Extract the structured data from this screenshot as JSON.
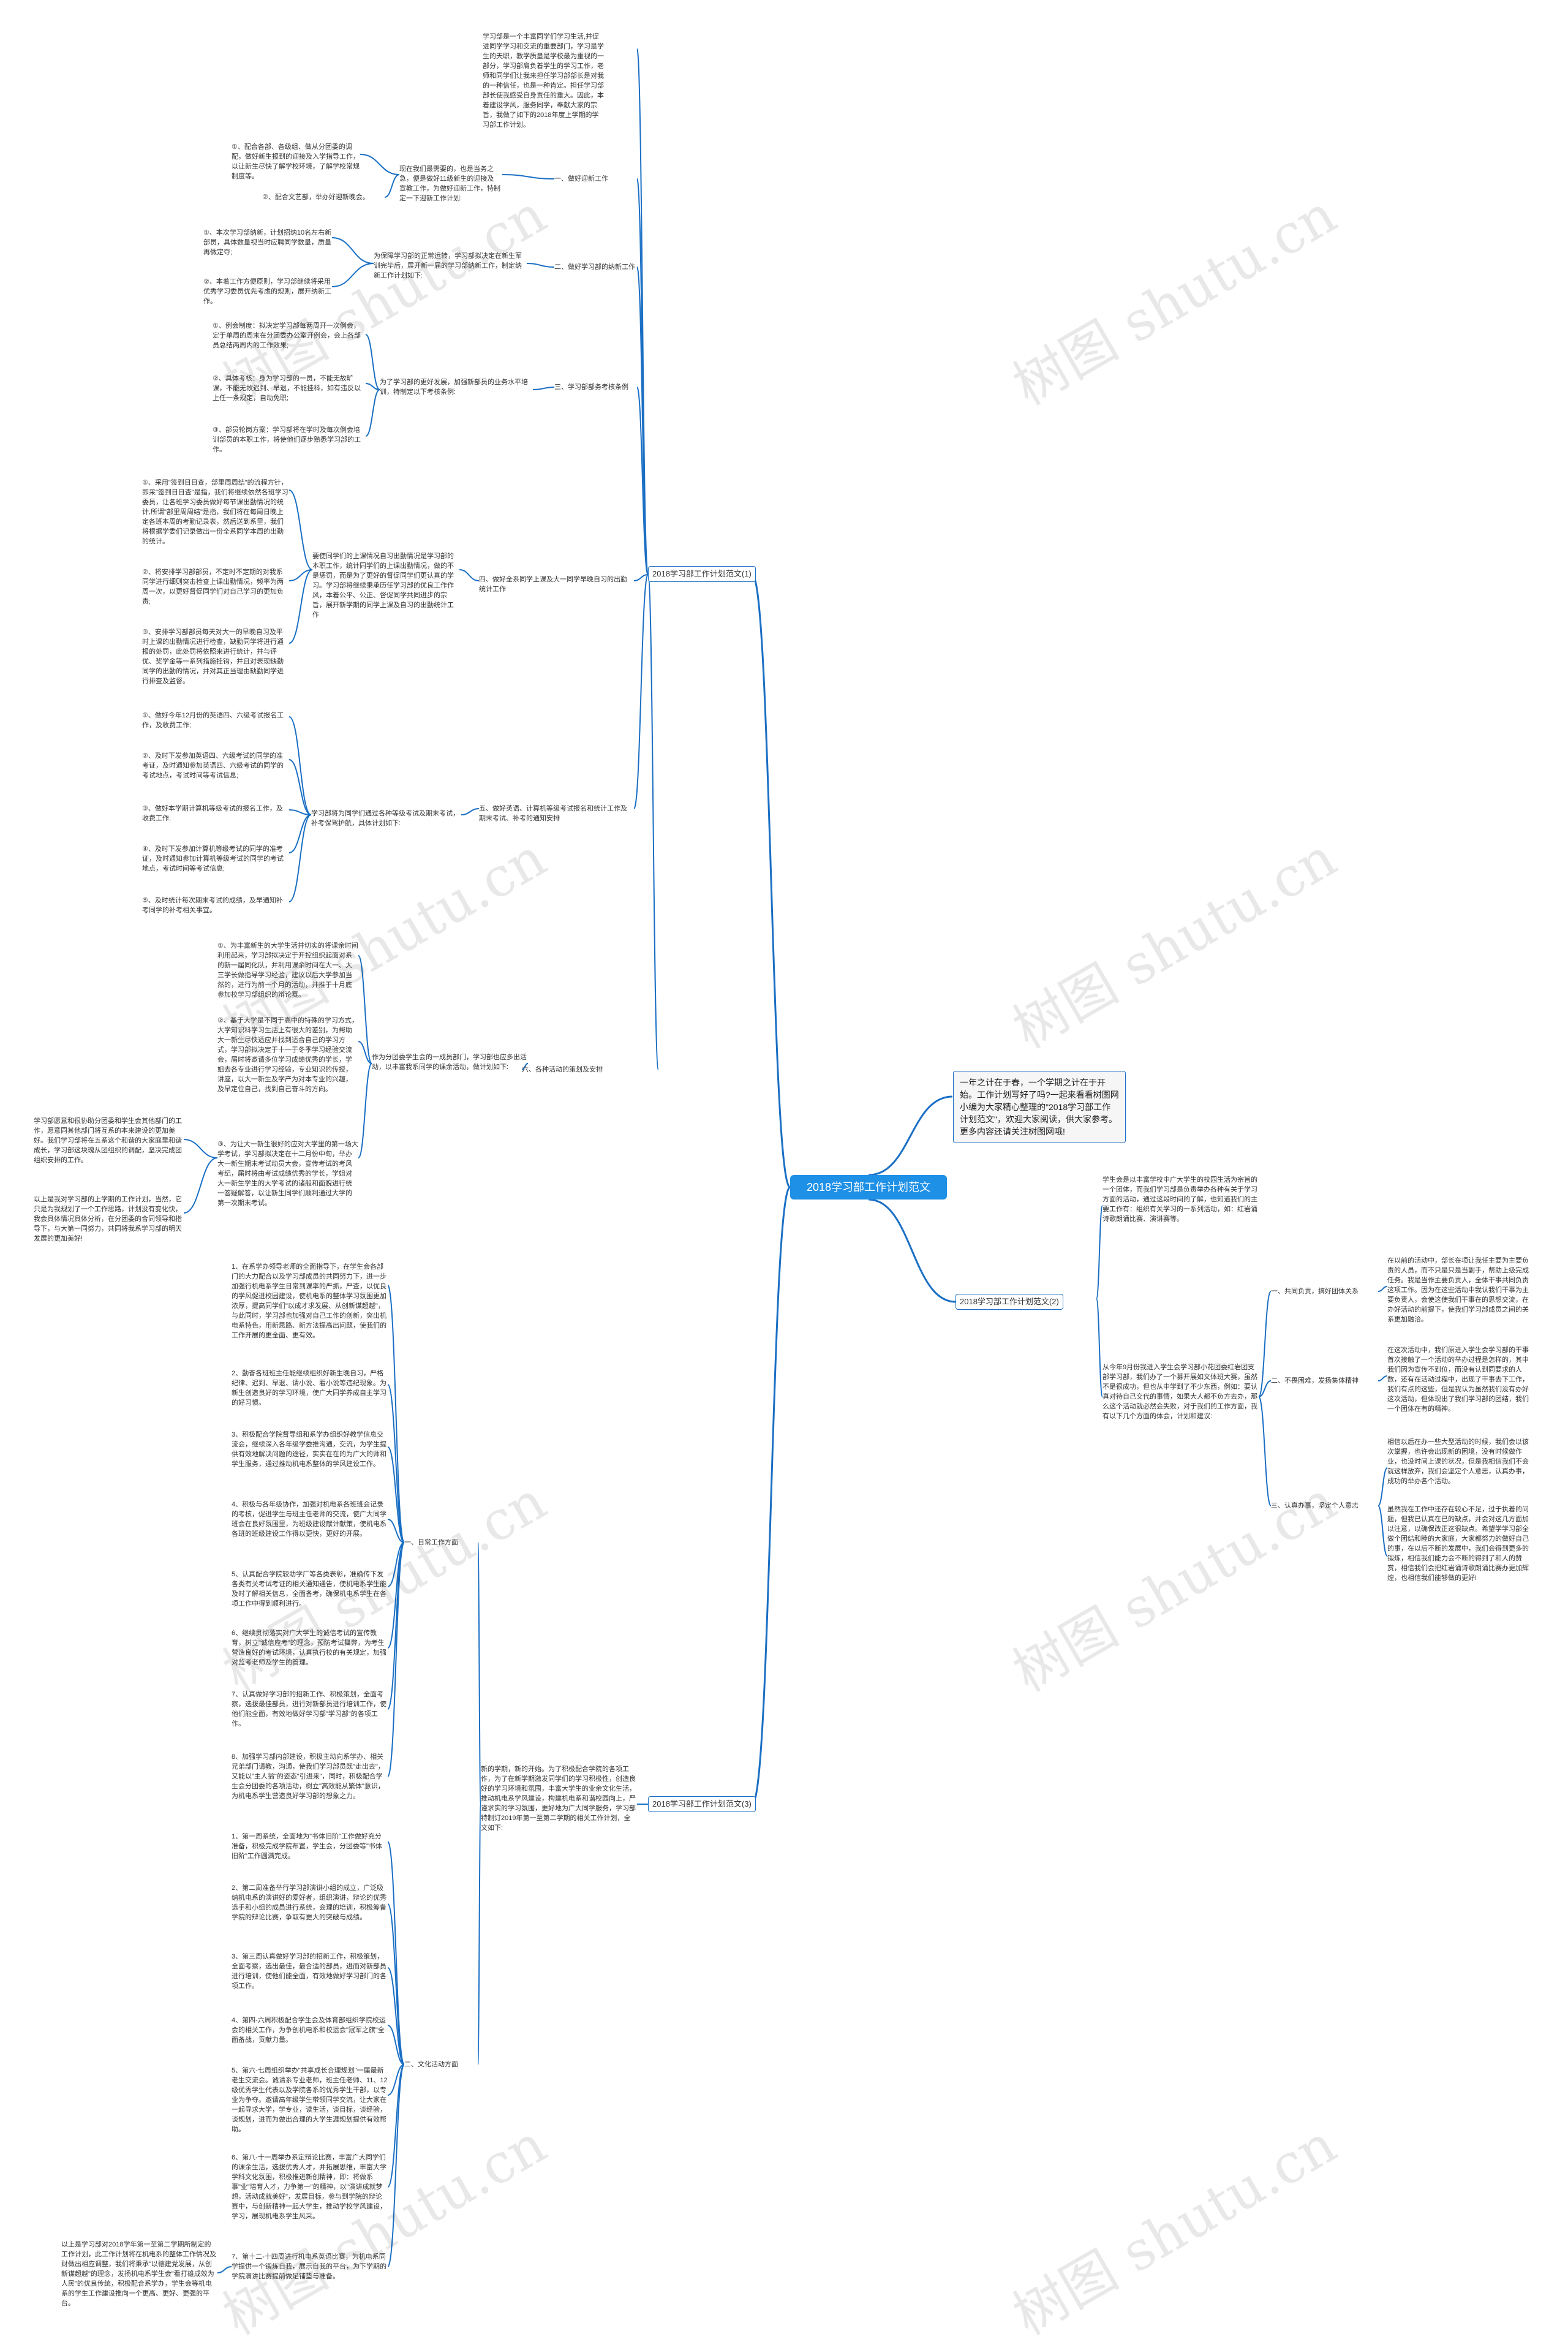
{
  "root": "2018学习部工作计划范文",
  "intro": "一年之计在于春，一个学期之计在于开始。工作计划写好了吗?一起来看看树图网小编为大家精心整理的\"2018学习部工作计划范文\"，欢迎大家阅读，供大家参考。更多内容还请关注树图网哦!",
  "watermark": "树图 shutu.cn",
  "branch1": {
    "label": "2018学习部工作计划范文(1)",
    "intro": "学习部是一个丰富同学们学习生活,并促进同学学习和交流的重要部门，学习是学生的天职，教学质量是学校最为重视的一部分，学习部肩负着学生的学习工作，老师和同学们让我来担任学习部部长是对我的一种信任，也是一种肯定。担任学习部部长使我感受自身责任的重大。因此，本着建设学风，服务同学，奉献大家的宗旨，我做了如下的2018年度上学期的学习部工作计划。",
    "s1": {
      "label": "一、做好迎新工作",
      "mid": "现在我们最需要的，也是当务之急，便是做好11级新生的迎接及宣教工作，为做好迎新工作，特制定一下迎新工作计划:",
      "leaves": [
        "①、配合各部、各级组、做从分团委的调配，做好新生报到的迎接及入学指导工作，以让新生尽快了解学校环境，了解学校常规制度等。",
        "②、配合文艺部，举办好迎新晚会。"
      ]
    },
    "s2": {
      "label": "二、做好学习部的纳新工作",
      "mid": "为保障学习部的正常运转，学习部拟决定在新生军训完毕后，展开新一届的学习部纳新工作，制定纳新工作计划如下:",
      "leaves": [
        "①、本次学习部纳新，计划招纳10名左右新部员，具体数量视当时应聘同学数量，质量再做定夺;",
        "②、本着工作方便原则，学习部继续将采用优秀学习委员优先考虑的规则，展开纳新工作。"
      ]
    },
    "s3": {
      "label": "三、学习部部务考核条例",
      "mid": "为了学习部的更好发展，加强新部员的业务水平培训，特制定以下考核条例:",
      "leaves": [
        "①、例会制度：拟决定学习部每两周开一次例会，定于单周的周末在分团委办公室开例会，会上各部员总结两周内的工作效果;",
        "②、具体考核：身为学习部的一员，不能无故旷课，不能无故迟到、早退，不能挂科，如有违反以上任一条规定，自动免职;",
        "③、部员轮岗方案：学习部将在学时及每次例会培训部员的本职工作，将使他们逐步熟悉学习部的工作。"
      ]
    },
    "s4": {
      "label": "四、做好全系同学上课及大一同学早晚自习的出勤统计工作",
      "mid": "要使同学们的上课情况自习出勤情况是学习部的本职工作，统计同学们的上课出勤情况，做的不是惩罚，而是为了更好的督促同学们更认真的学习。学习部将继续秉承历任学习部的优良工作作风，本着公平、公正、督促同学共同进步的宗旨，展开新学期的同学上课及自习的出勤统计工作",
      "leaves": [
        "①、采用\"签到日日查，部里周周结\"的流程方针，即采\"签到日日查\"是指，我们将继续依然各班学习委员，让各班学习委员做好每节课出勤情况的统计,所谓\"部里周周结\"是指，我们将在每周日晚上定各班本周的考勤记录表，然后送到系里，我们将根据学委们记录做出一份全系同学本周的出勤的统计。",
        "②、将安排学习部部员，不定时不定期的对我系同学进行细则突击检查上课出勤情况，频率为两周一次，以更好督促同学们对自己学习的更加负责;",
        "③、安排学习部部员每天对大一的早晚自习及平时上课的出勤情况进行检查，缺勤同学将进行通报的处罚，此处罚将依照来进行统计，并与评优、奖学金等一系列措施挂钩，并且对表现缺勤同学的出勤的情况，并对其正当理由缺勤同学进行排查及监督。"
      ]
    },
    "s5": {
      "label": "五、做好英语、计算机等级考试报名和统计工作及期末考试、补考的通知安排",
      "mid": "学习部将为同学们通过各种等级考试及期末考试，补考保驾护航，具体计划如下:",
      "leaves": [
        "①、做好今年12月份的英语四、六级考试报名工作，及收费工作;",
        "②、及时下发参加英语四、六级考试的同学的准考证，及时通知参加英语四、六级考试的同学的考试地点，考试时间等考试信息;",
        "③、做好本学期计算机等级考试的报名工作，及收费工作;",
        "④、及时下发参加计算机等级考试的同学的准考证，及时通知参加计算机等级考试的同学的考试地点，考试时间等考试信息;",
        "⑤、及时统计每次期末考试的成绩，及早通知补考同学的补考相关事宜。"
      ]
    },
    "s6": {
      "label": "六、各种活动的策划及安排",
      "mid": "作为分团委学生会的一成员部门，学习部也应多出活动，以丰富我系同学的课余活动，做计划如下:",
      "leaves": [
        "①、为丰富新生的大学生活并切实的将课余时间利用起来，学习部拟决定于开控组织起面对系的新一届同化队，并利用课余时间在大一、大三学长做指导学习经验，建议以后大学参加当然的，进行为前一个月的活动，并推于十月底参加校学习部组织的辩论赛。",
        "②、基于大学是不同于高中的特殊的学习方式，大学知识科学习生活上有很大的差别，为帮助大一新生尽快适应并找到适合自己的学习方式，学习部拟决定于十一于冬季学习经验交流会，届时将邀请多位学习成绩优秀的学长，学姐去各专业进行学习经验，专业知识的传授，讲座，以大一新生及学产为对本专业的兴趣，及早定位自己，找到自己奋斗的方向。",
        "③、为让大一新生很好的应对大学里的第一场大学考试，学习部拟决定在十二月份中旬，举办大一新生期末考试动员大会，宣传考试的考风考纪，届时将由考试成绩优秀的学长，学姐对大一新生学生的大学考试的诸般和面貌进行统一答疑解答，以让新生同学们顺利通过大学的第一次期末考试。"
      ]
    },
    "end": [
      "学习部愿意和很协助分团委和学生会其他部门的工作，愿意同其他部门将互系的本来建设的更加美好。我们学习部将在五系这个和谐的大家庭里和谐成长，学习部这块瑰从团组织的调配，坚决完成团组织安排的工作。",
      "以上是我对学习部的上学期的工作计划，当然，它只是为我规划了一个工作思路，计划没有变化快，我会具体情况具体分析，在分团委的合同领导和指导下，与大第一同努力，共同将我系学习部的明天发展的更加美好!"
    ]
  },
  "branch2": {
    "label": "2018学习部工作计划范文(2)",
    "intro": "学生会是以丰富学校中广大学生的校园生活为宗旨的一个团体，而我们学习部是负责举办各种有关于学习方面的活动，通过这段时间的了解，也知道我们的主要工作有：组织有关学习的一系列活动，如：红岩诵诗歌朗诵比赛、演讲赛等。",
    "mid": "从今年9月份我进入学生会学习部小花团委红岩团支部学习部，我们办了一个募开展如文体班大赛，虽然不是很成功，但也从中学到了不少东西，例如：要认真对待自己交代的事情，如果大人都不负方去办，那么这个活动就必然会失败，对于我们的工作方面，我有以下几个方面的体会，计划和建议:",
    "subs": [
      {
        "label": "一、共同负责，搞好团体关系",
        "text": "在以前的活动中，部长在项让我任主要为主要负责的人员，而不只是只是当副手，帮助上级完成任务。我是当作主要负责人，全体干事共同负责这项工作。因为在这些活动中我认我们干事为主要负责人，会使这使我们干事在的思想交流，在办好活动的前提下，使我们学习部成员之间的关系更加融洽。"
      },
      {
        "label": "二、不畏困难，发扬集体精神",
        "text": "在这次活动中，我们原进入学生会学习部的干事首次接触了一个活动的举办过程是怎样的，其中我们因为宣传不到位，而没有认到同要求的人数，还有在活动过程中，出现了干事去下工作，我们有点的这些，但是我认为虽然我们没有办好这次活动，但体现出了我们学习部的团结，我们一个团体在有的精神。"
      },
      {
        "label": "三、认真办事，坚定个人意志",
        "texts": [
          "相信以后在办一些大型活动的时候，我们会以该次掌握，也许会出现新的困境，没有时候做作业，也没时间上课的状况，但是我相信我们不会就这样放弃，我们会坚定个人意志，认真办事，成功的举办各个活动。",
          "虽然我在工作中还存在较心不足，过于执着的问题，但我已认真在已的缺点，并会对这几方面加以注意，以确保改正这很缺点。希望学学习部全做个团结和睦的大家庭，大家都努力的做好自己的事，在以后不断的发展中，我们会得到更多的锻炼，相信我们能力会不断的得到了和人的赞赏，相信我们会把红岩诵诗歌朗诵比赛办更加辉煌，也相信我们能够做的更好!"
        ]
      }
    ]
  },
  "branch3": {
    "label": "2018学习部工作计划范文(3)",
    "mid": "新的学期，新的开始。为了积极配合学院的各项工作，为了在新学期激发同学们的学习积极性，创造良好的学习环境和氛围，丰富大学生的业余文化生活，推动机电系学风建设，构建机电系和谐校园向上，严谨求实的学习氛围，更好地为广大同学服务，学习部特制订2019年第一至第二学期的相关工作计划，全文如下:",
    "sub1": {
      "label": "一、日常工作方面",
      "leaves": [
        "1、在系学办领导老师的全面指导下，在学生会各部门的大力配合以及学习部成员的共同努力下，进一步加强行机电系学生日常到课率的严抓，严查，以优良的学风促进校园建设，使机电系的整体学习氛围更加浓厚，提高同学们\"以成才求发展、从创新谋超越\"，与此同时，学习部也加强对自己工作的创新，突出机电系特色，用新思路、新方法提高出问题，使我们的工作开展的更全面、更有效。",
        "2、勤奋各班班主任能继续组织好新生晚自习，严格纪律、迟到、早退、请小说、看小说等违纪现象。为新生创造良好的学习环境，使广大同学养成自主学习的好习惯。",
        "3、积极配合学院督导组和系学办组织好教学信息交流会，继续深入各年级学委推沟通，交流，为学生提供有效地解决问题的途径，实实在在的为广大的师和学生服务，通过推动机电系整体的学风建设工作。",
        "4、积极与各年级协作，加强对机电系各班班会记录的考核，促进学生与班主任老师的交流，使广大同学班会在良好氛围里，为班级建设献计献策，使机电系各班的班级建设工作得以更快，更好的开展。",
        "5、认真配合学院较助学厂等各类表彰，准确传下发各类有关考试考证的相关通知通告，使机电系学生能及时了解相关信息，全面备考，确保机电系学生在各项工作中得到顺利进行。",
        "6、继续贯彻落实对广大学生的诚信考试的宣传教育，树立\"诚信应考\"的理念，预防考试舞弊，为考生营造良好的考试环境，认真执行校的有关规定，加强对监考老师及学生的管理。",
        "7、认真做好学习部的招新工作、积极策划，全面考察，选拔最佳部员，进行对新部员进行培训工作，使他们能全面，有效地做好学习部\"学习部\"的各项工作。",
        "8、加强学习部内部建设，积极主动向系学办、相关兄弟部门请教，沟通，使我们学习部员既\"走出去\"，又能以\"主人翁\"的姿态\"引进来\"，同时，积极配合学生会分团委的各项活动，树立\"高效能从繁体\"意识，为机电系学生营造良好学习部的想象之力。"
      ]
    },
    "sub2": {
      "label": "二、文化活动方面",
      "leaves": [
        "1、第一周系统，全面地为\"书体旧阶\"工作做好充分准备，积极完成学院布置，学生会，分团委等\"书体旧阶\"工作圆满完成。",
        "2、第二周准备举行学习部演讲小组的成立，广泛吸纳机电系的演讲好的爱好者，组织演讲，辩论的优秀选手和小组的成员进行系统，会理的培训，积极筹备学院的辩论比赛，争取有更大的突破与成绩。",
        "3、第三周认真做好学习部的招新工作，积极策划，全面考察，选出最佳，最合适的部员，进而对新部员进行培训，使他们能全面，有效地做好学习部门的各项工作。",
        "4、第四-六周积极配合学生会及体育部组织学院校运会的相关工作，为争创机电系和校运会\"冠军之旗\"全面备战，贡献力量。",
        "5、第六-七周组织举办\"共享成长合理规划\"一届最新老生交流会。诚请系专业老师，班主任老师、11、12级优秀学生代表以及学院各系的优秀学生干部，以专业为争夺。邀请高年级学生带领同学交流，让大家在一起寻求大学，学专业，读生活，谈目标，谈经验，谈规划，进而为做出合理的大学生涯规划提供有效帮助。",
        "6、第八-十一周举办系定辩论比赛，丰富广大同学们的课余生活，选拔优秀人才，并拓展思维，丰富大学学科文化氛围，积极推进新创精神，即：将做系事\"业\"培育人才，力争第一\"的精神，以\"演讲成就梦想，活动成就美好\"，发展目标，参与到学院的辩论赛中，与创新精神一起大学生，推动学校学风建设，学习，展现机电系学生风采。",
        "7、第十二-十四周进行机电系英语比赛，为机电系同学提供一个锻炼自我，展示自我的平台，为下学期的学院演讲比赛提前做足铺垫与准备。"
      ]
    },
    "end": "以上是学习部对2018学年第一至第二学期所制定的工作计划，此工作计划将在机电系的整体工作情况及财做出相应调整，我们将秉承\"以德建党发展，从创新谋超越\"的理念，发扬机电系学生会\"看打雄成效为人民\"的优良传统，积极配合系学办，学生会等机电系的学生工作建设推向一个更高、更好、更强的平台。"
  }
}
